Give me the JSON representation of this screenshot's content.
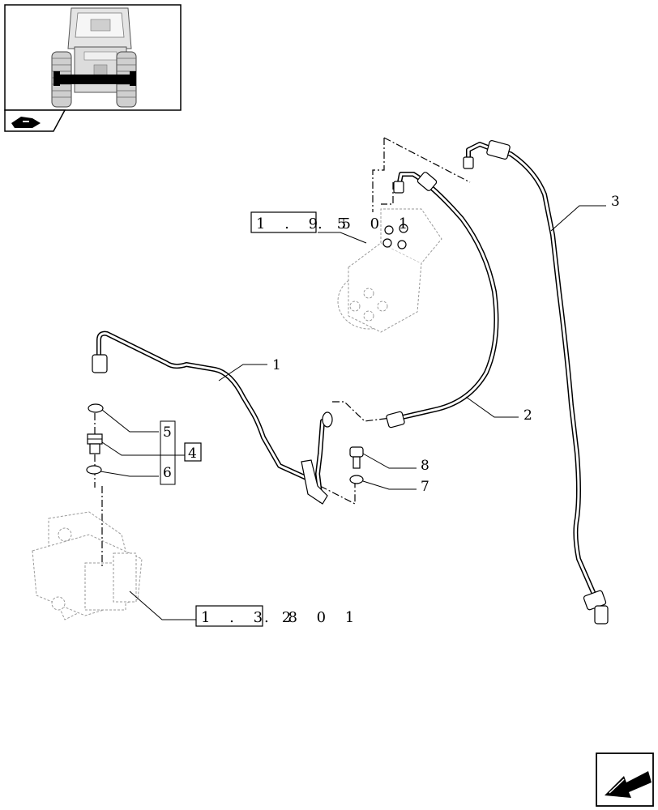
{
  "refs": {
    "upper": {
      "boxed": "1 . 9 5",
      "rest": ". 5  0 1"
    },
    "lower": {
      "boxed": "1 . 3 2",
      "rest": ". 8  0 1"
    }
  },
  "callouts": {
    "c1": "1",
    "c2": "2",
    "c3": "3",
    "c4": "4",
    "c5": "5",
    "c6": "6",
    "c7": "7",
    "c8": "8"
  },
  "icons": {
    "thumbnail": "tractor-front-view-thumbnail",
    "category": "hydraulics-category-icon",
    "nav": "previous-page-arrow-icon"
  }
}
